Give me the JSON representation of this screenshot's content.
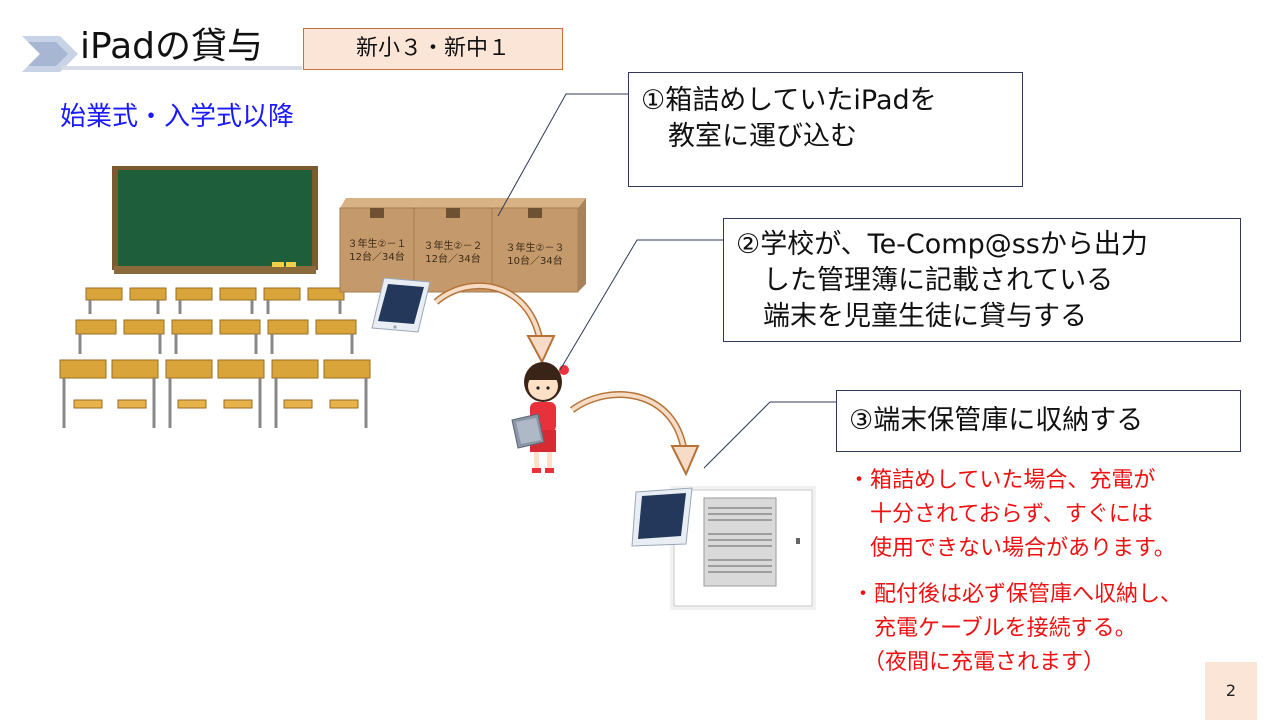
{
  "header": {
    "title": "iPadの貸与",
    "tag": "新小３・新中１"
  },
  "subtitle": "始業式・入学式以降",
  "steps": {
    "step1": {
      "line1": "①箱詰めしていたiPadを",
      "line2": "　教室に運び込む"
    },
    "step2": {
      "line1": "②学校が、Te-Comp@ssから出力",
      "line2": "　した管理簿に記載されている",
      "line3": "　端末を児童生徒に貸与する"
    },
    "step3": {
      "line1": "③端末保管庫に収納する"
    }
  },
  "boxes": [
    {
      "label1": "３年生②－１",
      "label2": "12台／34台"
    },
    {
      "label1": "３年生②－２",
      "label2": "12台／34台"
    },
    {
      "label1": "３年生②－３",
      "label2": "10台／34台"
    }
  ],
  "notes": {
    "note1": {
      "line1": "・箱詰めしていた場合、充電が",
      "line2": "　十分されておらず、すぐには",
      "line3": "　使用できない場合があります。"
    },
    "note2": {
      "line1": "・配付後は必ず保管庫へ収納し、",
      "line2": "　充電ケーブルを接続する。",
      "line3": "　（夜間に充電されます）"
    }
  },
  "page_number": "2",
  "icons": [
    "chevron-icon",
    "blackboard-icon",
    "desk-icon",
    "cardboard-box-icon",
    "ipad-icon",
    "student-girl-icon",
    "charging-cabinet-icon",
    "curved-arrow-icon"
  ],
  "colors": {
    "subtitle": "#1a1aff",
    "note": "#ee1111",
    "tag_bg": "#fbe5d6",
    "board": "#1f5e3a",
    "desk_top": "#d9a43a",
    "box": "#c49a6c"
  }
}
